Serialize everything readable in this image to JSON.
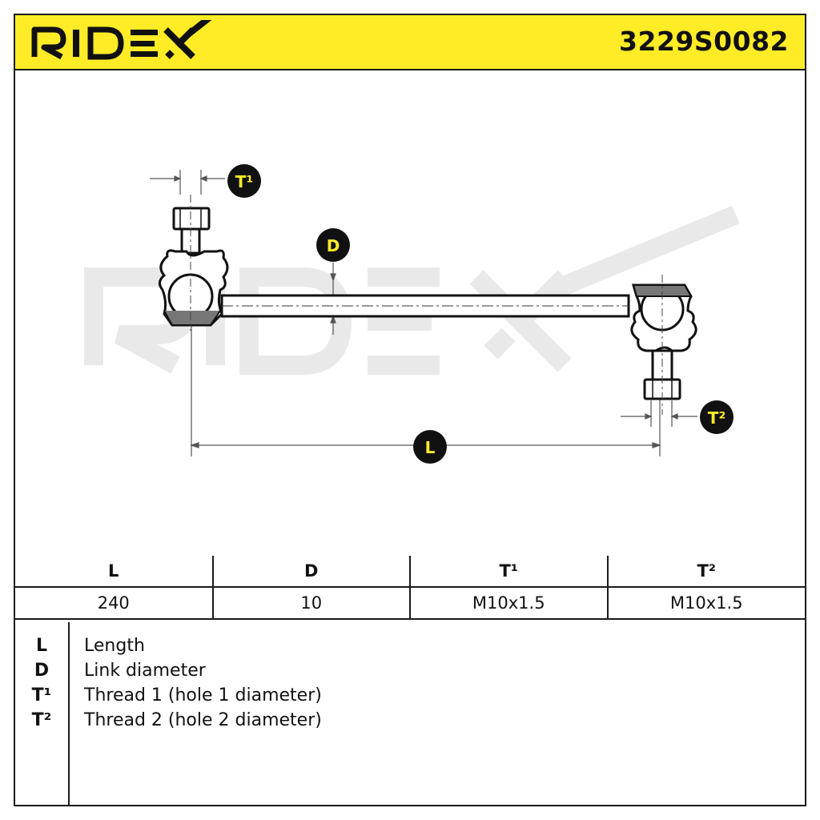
{
  "header": {
    "brand": "RIDEX",
    "part_number": "3229S0082"
  },
  "diagram": {
    "watermark": "RIDEX",
    "labels": {
      "t1": "T¹",
      "t2": "T²",
      "d": "D",
      "l": "L"
    }
  },
  "spec_table": {
    "headers": [
      "L",
      "D",
      "T¹",
      "T²"
    ],
    "values": [
      "240",
      "10",
      "M10x1.5",
      "M10x1.5"
    ]
  },
  "legend": [
    {
      "key": "L",
      "text": "Length"
    },
    {
      "key": "D",
      "text": "Link diameter"
    },
    {
      "key": "T¹",
      "text": "Thread 1 (hole 1 diameter)"
    },
    {
      "key": "T²",
      "text": "Thread 2 (hole 2 diameter)"
    }
  ],
  "colors": {
    "brand_yellow": "#ffec26",
    "line": "#1a1a1a",
    "watermark": "#e9e9e9"
  }
}
